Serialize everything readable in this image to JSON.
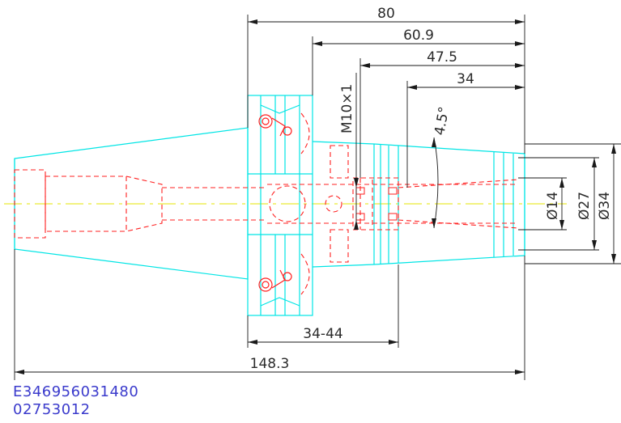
{
  "colors": {
    "outline": "#00e5e5",
    "hidden": "#ff2020",
    "centerline": "#e5e500",
    "dimension": "#1a1a1a",
    "code": "#3b3bcc"
  },
  "dimensions": {
    "overall_80": "80",
    "len_60_9": "60.9",
    "len_47_5": "47.5",
    "len_34": "34",
    "thread": "M10×1",
    "angle": "4.5°",
    "dia_14": "Ø14",
    "dia_27": "Ø27",
    "dia_34": "Ø34",
    "range_34_44": "34-44",
    "total_148_3": "148.3"
  },
  "part": {
    "code_line1": "E346956031480",
    "code_line2": "02753012"
  }
}
